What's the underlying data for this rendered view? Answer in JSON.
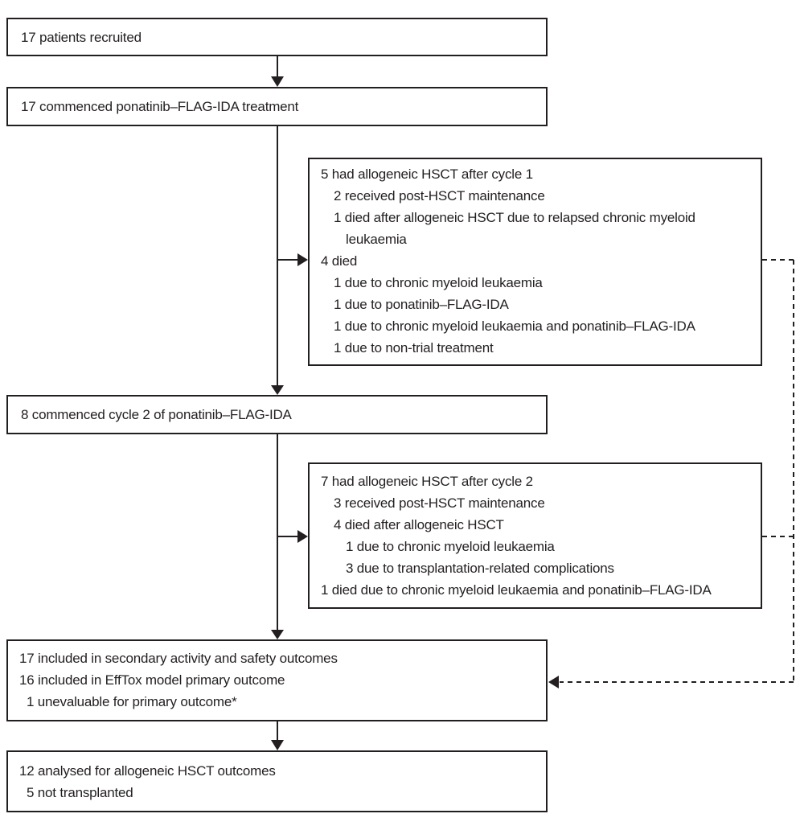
{
  "colors": {
    "background": "#ffffff",
    "border": "#231f20",
    "text": "#231f20",
    "connector": "#231f20"
  },
  "boxes": {
    "recruited": {
      "lines": [
        {
          "text": "17 patients recruited",
          "indent": 0
        }
      ]
    },
    "treatment": {
      "lines": [
        {
          "text": "17 commenced ponatinib–FLAG-IDA treatment",
          "indent": 0
        }
      ]
    },
    "cycle1_details": {
      "lines": [
        {
          "text": "5 had allogeneic HSCT after cycle 1",
          "indent": 0
        },
        {
          "text": "2 received post-HSCT maintenance",
          "indent": 1
        },
        {
          "text": "1 died after allogeneic HSCT due to relapsed chronic myeloid",
          "indent": 1
        },
        {
          "text": "leukaemia",
          "indent": 2
        },
        {
          "text": "4 died",
          "indent": 0
        },
        {
          "text": "1 due to chronic myeloid leukaemia",
          "indent": 1
        },
        {
          "text": "1 due to ponatinib–FLAG-IDA",
          "indent": 1
        },
        {
          "text": "1 due to chronic myeloid leukaemia and ponatinib–FLAG-IDA",
          "indent": 1
        },
        {
          "text": "1 due to non-trial treatment",
          "indent": 1
        }
      ]
    },
    "cycle2": {
      "lines": [
        {
          "text": "8 commenced cycle 2 of ponatinib–FLAG-IDA",
          "indent": 0
        }
      ]
    },
    "cycle2_details": {
      "lines": [
        {
          "text": "7 had allogeneic HSCT after cycle 2",
          "indent": 0
        },
        {
          "text": "3 received post-HSCT maintenance",
          "indent": 1
        },
        {
          "text": "4 died after allogeneic HSCT",
          "indent": 1
        },
        {
          "text": "1 due to chronic myeloid leukaemia",
          "indent": 2
        },
        {
          "text": "3 due to transplantation-related complications",
          "indent": 2
        },
        {
          "text": "1 died due to chronic myeloid leukaemia and ponatinib–FLAG-IDA",
          "indent": 0
        }
      ]
    },
    "outcomes": {
      "lines": [
        {
          "text": "17 included in secondary activity and safety outcomes",
          "indent": 0
        },
        {
          "text": "16 included in EffTox model primary outcome",
          "indent": 0
        },
        {
          "text": "1 unevaluable for primary outcome*",
          "indent": 0.5
        }
      ]
    },
    "hsct_outcomes": {
      "lines": [
        {
          "text": "12 analysed for allogeneic HSCT outcomes",
          "indent": 0
        },
        {
          "text": "5 not transplanted",
          "indent": 0.5
        }
      ]
    }
  }
}
